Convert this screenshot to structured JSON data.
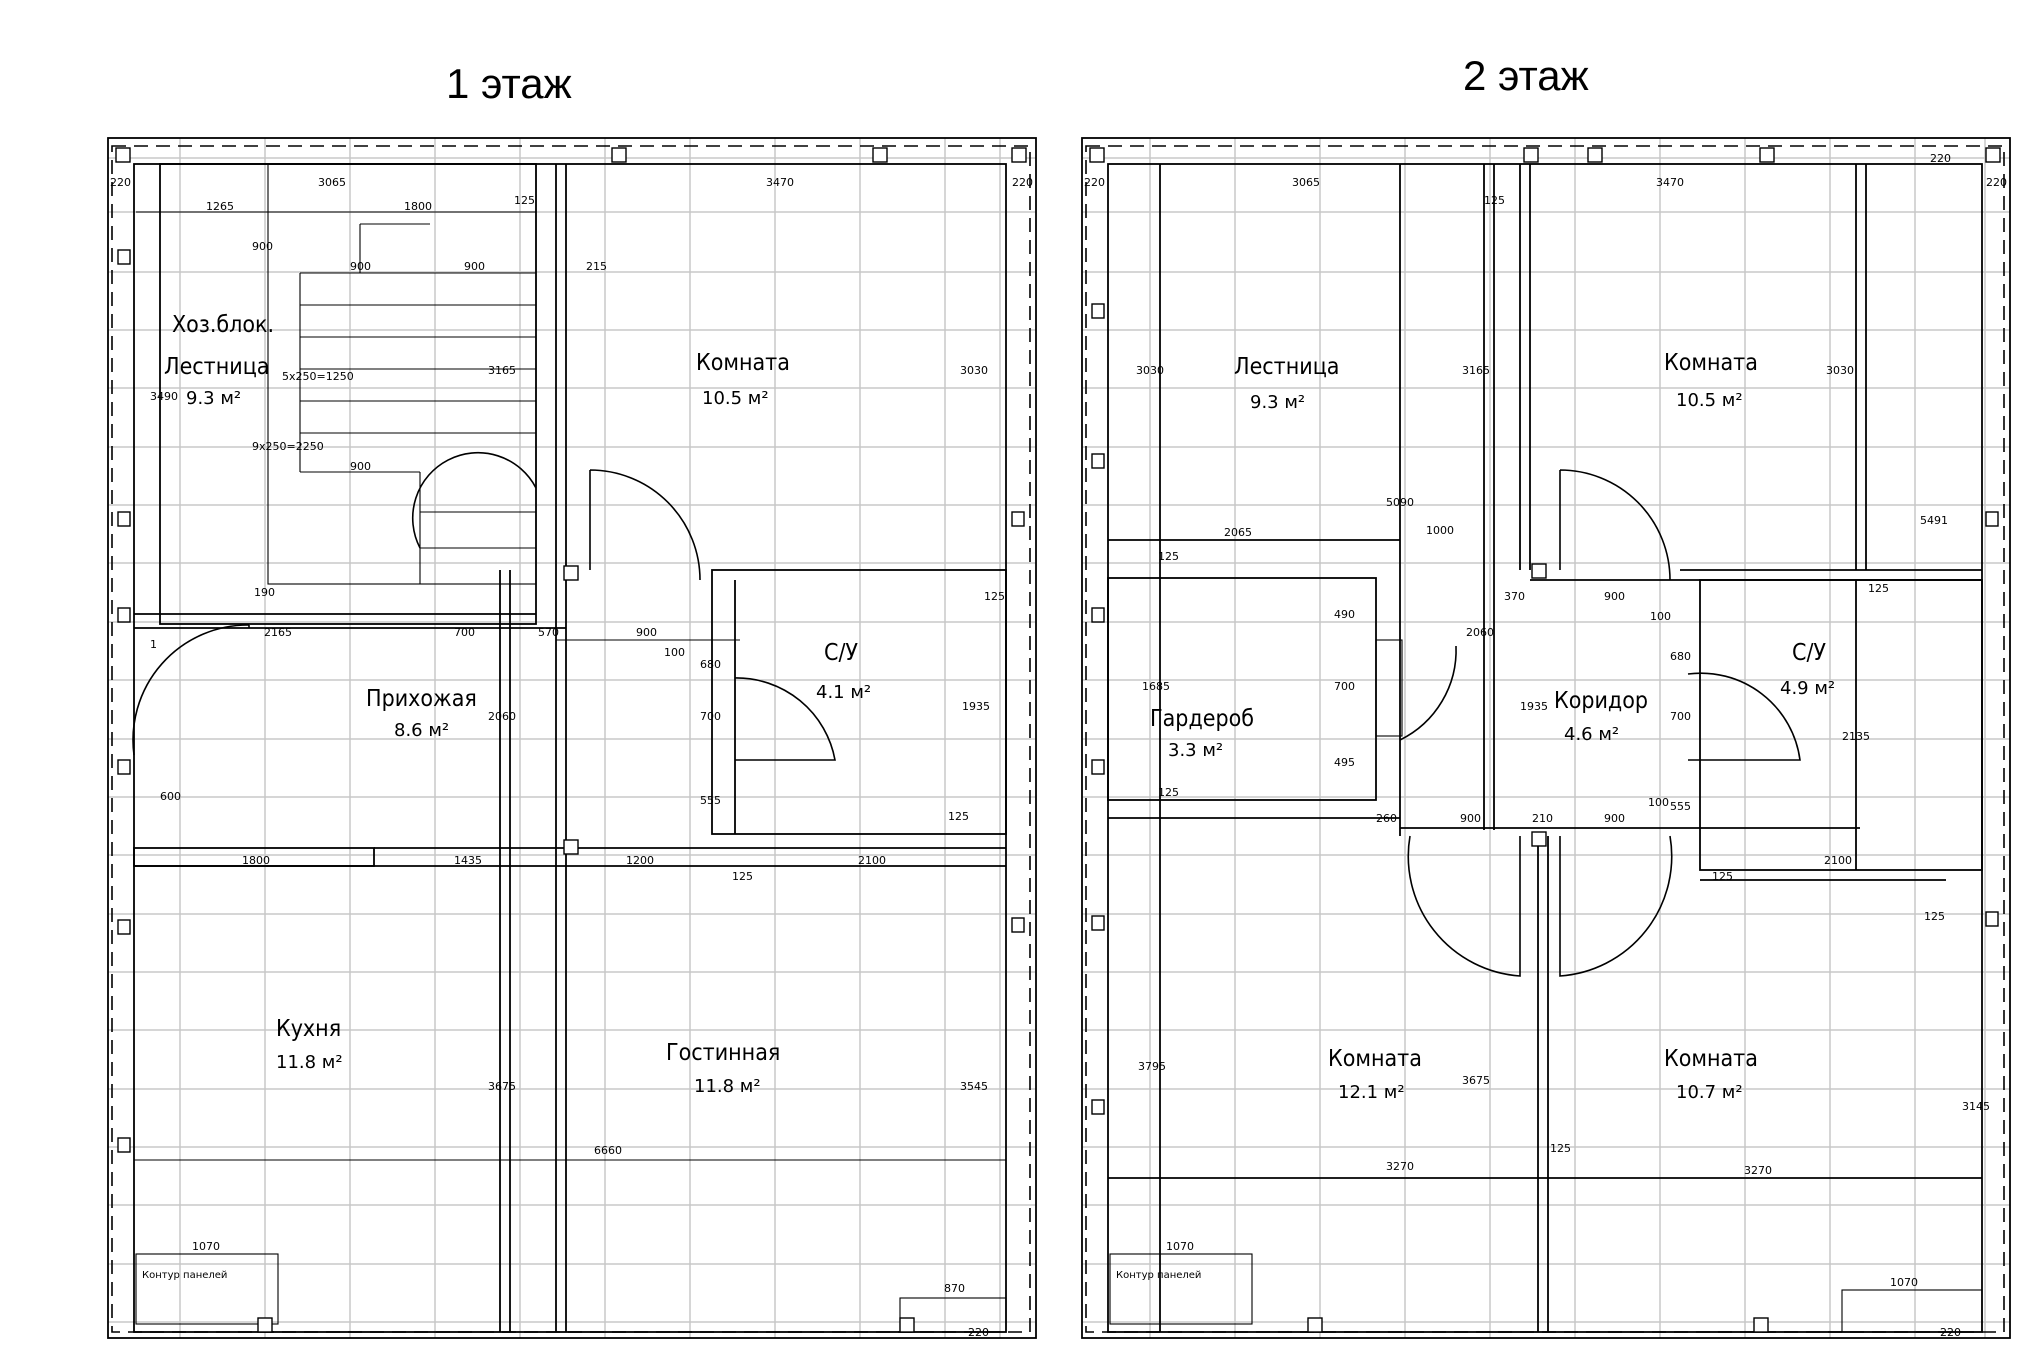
{
  "floors": [
    {
      "title": "1 этаж",
      "rooms": [
        {
          "name": "Хоз.блок.",
          "area": ""
        },
        {
          "name": "Лестница",
          "area": "9.3 м²"
        },
        {
          "name": "Комната",
          "area": "10.5 м²"
        },
        {
          "name": "С/У",
          "area": "4.1 м²"
        },
        {
          "name": "Прихожая",
          "area": "8.6 м²"
        },
        {
          "name": "Кухня",
          "area": "11.8 м²"
        },
        {
          "name": "Гостинная",
          "area": "11.8 м²"
        }
      ],
      "dims": [
        "220",
        "3065",
        "3470",
        "220",
        "1265",
        "1800",
        "125",
        "900",
        "900",
        "900",
        "215",
        "3490",
        "5х250=1250",
        "9х250=2250",
        "3165",
        "3030",
        "900",
        "190",
        "2165",
        "700",
        "570",
        "900",
        "100",
        "680",
        "1935",
        "125",
        "700",
        "2060",
        "600",
        "555",
        "1800",
        "1435",
        "1200",
        "2100",
        "125",
        "125",
        "6660",
        "3675",
        "3545",
        "1070",
        "870",
        "220",
        "1"
      ],
      "panel_note": "Контур панелей"
    },
    {
      "title": "2 этаж",
      "rooms": [
        {
          "name": "Лестница",
          "area": "9.3 м²"
        },
        {
          "name": "Комната",
          "area": "10.5 м²"
        },
        {
          "name": "Гардероб",
          "area": "3.3 м²"
        },
        {
          "name": "Коридор",
          "area": "4.6 м²"
        },
        {
          "name": "С/У",
          "area": "4.9 м²"
        },
        {
          "name": "Комната",
          "area": "12.1 м²"
        },
        {
          "name": "Комната",
          "area": "10.7 м²"
        }
      ],
      "dims": [
        "220",
        "3065",
        "125",
        "3470",
        "220",
        "220",
        "3030",
        "3165",
        "3030",
        "5090",
        "2065",
        "1000",
        "125",
        "370",
        "900",
        "100",
        "5491",
        "125",
        "490",
        "700",
        "495",
        "2060",
        "1685",
        "1935",
        "680",
        "700",
        "2135",
        "125",
        "260",
        "900",
        "210",
        "900",
        "100",
        "555",
        "125",
        "2100",
        "125",
        "3795",
        "3675",
        "3145",
        "3270",
        "3270",
        "125",
        "1070",
        "1070",
        "220"
      ],
      "panel_note": "Контур панелей"
    }
  ]
}
